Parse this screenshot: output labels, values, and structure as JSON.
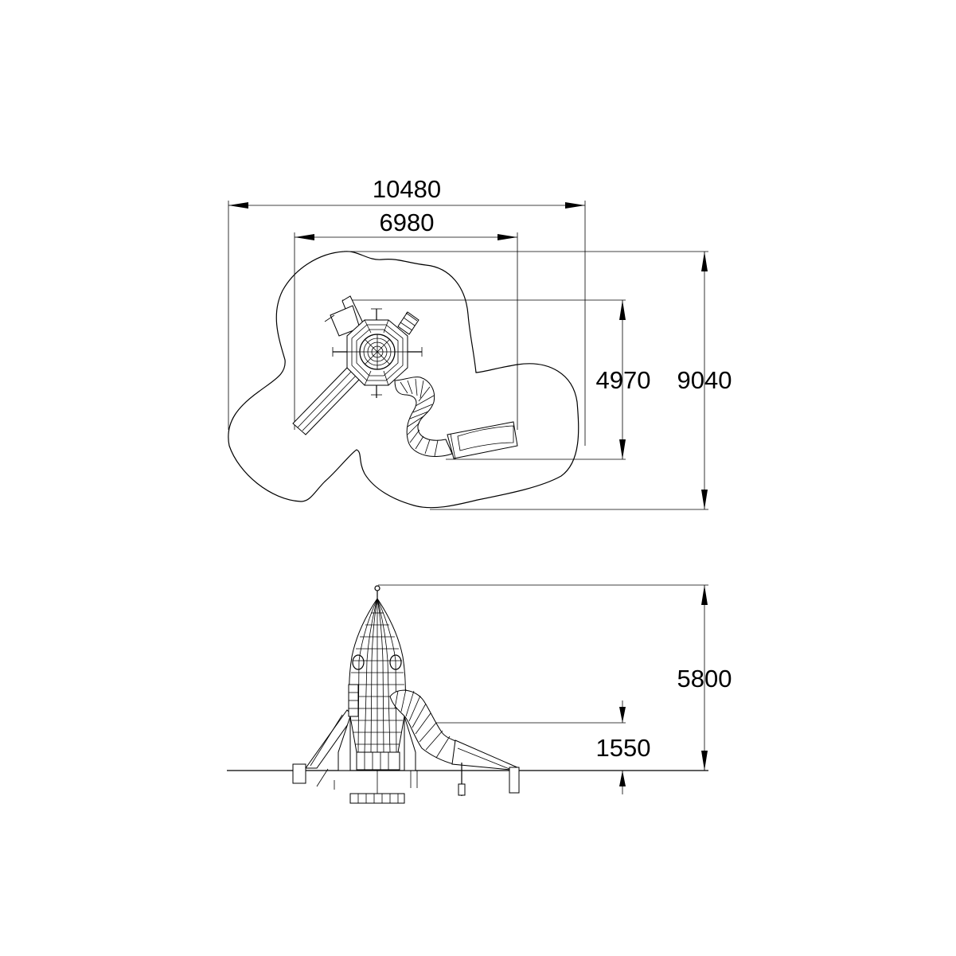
{
  "plan_view": {
    "dimensions": {
      "overall_width": "10480",
      "inner_width": "6980",
      "inner_height": "4970",
      "overall_depth": "9040"
    }
  },
  "elevation_view": {
    "dimensions": {
      "total_height": "5800",
      "platform_height": "1550"
    }
  },
  "colors": {
    "line": "#000000",
    "background": "#ffffff"
  }
}
